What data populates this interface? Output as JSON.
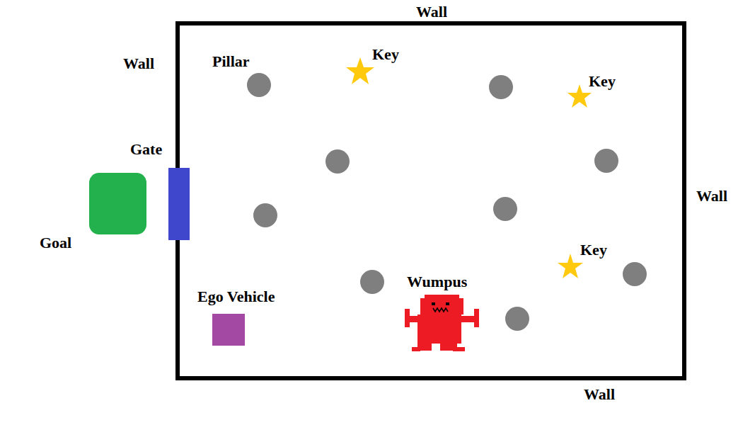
{
  "diagram": {
    "labels": [
      "Wall",
      "Key",
      "Wall",
      "Pillar",
      "Key",
      "Gate",
      "Wall",
      "Goal",
      "Key",
      "Wumpus",
      "Ego Vehicle",
      "Wall"
    ]
  }
}
